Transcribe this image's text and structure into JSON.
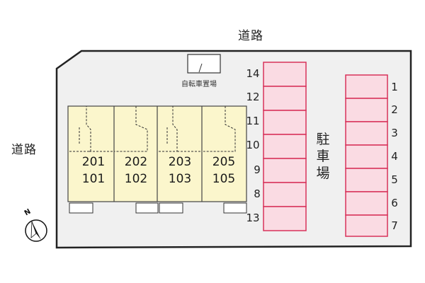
{
  "roads": {
    "top": "道路",
    "left": "道路"
  },
  "bicycle_parking": "自転車置場",
  "parking_label": [
    "駐",
    "車",
    "場"
  ],
  "building": {
    "units": [
      {
        "upper": "201",
        "lower": "101"
      },
      {
        "upper": "202",
        "lower": "102"
      },
      {
        "upper": "203",
        "lower": "103"
      },
      {
        "upper": "205",
        "lower": "105"
      }
    ]
  },
  "parking_left": [
    "14",
    "12",
    "11",
    "10",
    "9",
    "8",
    "13"
  ],
  "parking_right": [
    "1",
    "2",
    "3",
    "4",
    "5",
    "6",
    "7"
  ],
  "compass": {
    "north": "N"
  },
  "colors": {
    "lot_fill": "#f0f0f0",
    "building_fill": "#fbf6cc",
    "parking_fill": "#fadbe3",
    "parking_stroke": "#d8325a"
  }
}
